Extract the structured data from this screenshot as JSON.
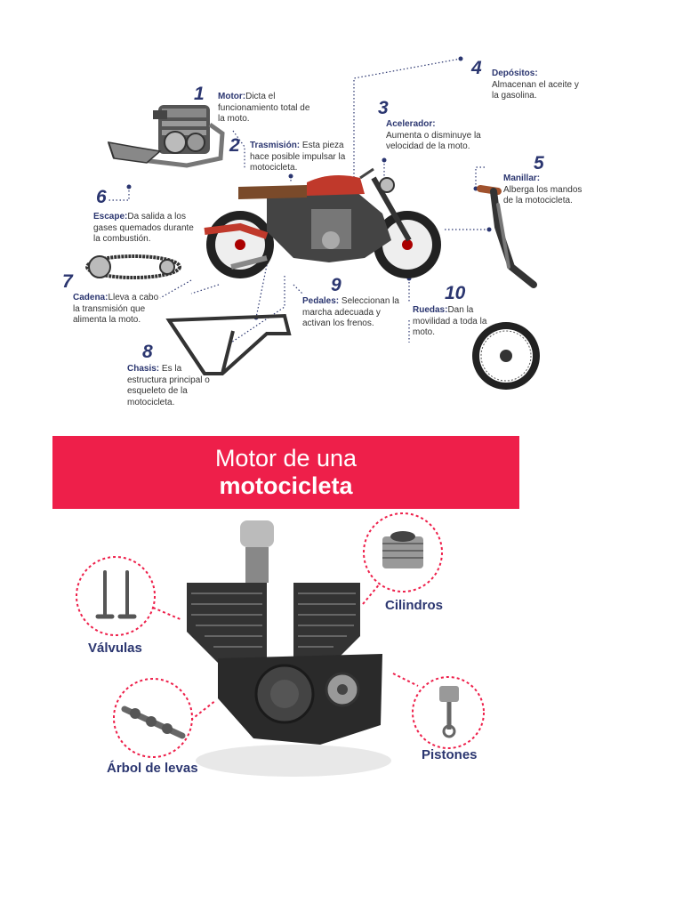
{
  "diagram": {
    "items": [
      {
        "num": "1",
        "title": "Motor:",
        "text": "Dicta el funcionamiento total de la moto."
      },
      {
        "num": "2",
        "title": "Trasmisión:",
        "text": "Esta pieza hace posible impulsar la motocicleta."
      },
      {
        "num": "3",
        "title": "Acelerador:",
        "text": "Aumenta o disminuye la velocidad de la moto."
      },
      {
        "num": "4",
        "title": "Depósitos:",
        "text": "Almacenan el aceite y la gasolina."
      },
      {
        "num": "5",
        "title": "Manillar:",
        "text": "Alberga los mandos de la motocicleta."
      },
      {
        "num": "6",
        "title": "Escape:",
        "text": "Da salida a los gases quemados durante la combustión."
      },
      {
        "num": "7",
        "title": "Cadena:",
        "text": "Lleva a cabo la transmisión que alimenta la moto."
      },
      {
        "num": "8",
        "title": "Chasis:",
        "text": "Es la estructura principal o esqueleto de la motocicleta."
      },
      {
        "num": "9",
        "title": "Pedales:",
        "text": "Seleccionan la marcha adecuada y activan los frenos."
      },
      {
        "num": "10",
        "title": "Ruedas:",
        "text": "Dan la movilidad a toda la moto."
      }
    ]
  },
  "engine": {
    "title_line1": "Motor de una",
    "title_line2": "motocicleta",
    "parts": {
      "valves": "Válvulas",
      "cylinders": "Cilindros",
      "camshaft": "Árbol de levas",
      "pistons": "Pistones"
    }
  },
  "colors": {
    "accent": "#ee1f4a",
    "navy": "#2b3670"
  }
}
